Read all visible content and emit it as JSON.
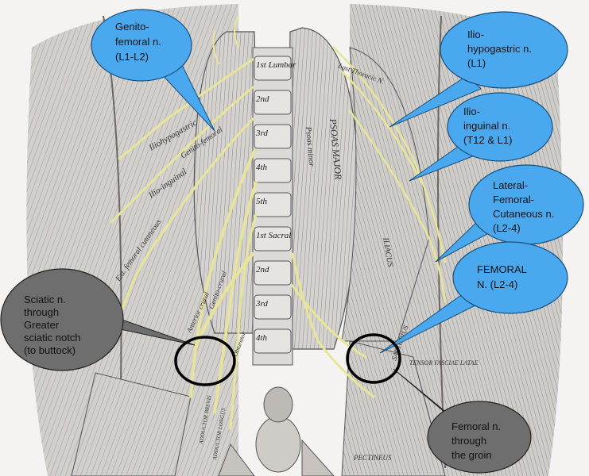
{
  "callouts": {
    "genitofemoral": {
      "lines": [
        "Genito-",
        "femoral n.",
        "(L1-L2)"
      ]
    },
    "iliohypogastric": {
      "lines": [
        "Ilio-",
        "hypogastric n.",
        "(L1)"
      ]
    },
    "ilioinguinal": {
      "lines": [
        "Ilio-",
        "inguinal n.",
        "(T12 & L1)"
      ]
    },
    "lateral_femoral_cutaneous": {
      "lines": [
        "Lateral-",
        "Femoral-",
        "Cutaneous n.",
        "(L2-4)"
      ]
    },
    "femoral": {
      "lines": [
        "FEMORAL",
        "N. (L2-4)"
      ]
    },
    "sciatic": {
      "lines": [
        "Sciatic n.",
        "through",
        "Greater",
        "sciatic notch",
        "(to buttock)"
      ]
    },
    "femoral_groin": {
      "lines": [
        "Femoral n.",
        "through",
        "the groin"
      ]
    }
  },
  "anatomy_labels": {
    "vertebrae": [
      "1st Lumbar",
      "2nd",
      "3rd",
      "4th",
      "5th",
      "1st Sacral",
      "2nd",
      "3rd",
      "4th"
    ],
    "psoas": "PSOAS MAJOR",
    "psoas_minor": "Psoas minor",
    "iliacus": "ILIACUS",
    "pectineus": "PECTINEUS",
    "sartorius": "SARTORIUS",
    "tensor": "TENSOR FASCIAE LATAE",
    "last_thoracic": "Last Thoracic N.",
    "iliohypogastric": "Iliohypogastric",
    "ilioinguinal": "Ilio-inguinal",
    "genitofemoral": "Genito-femoral",
    "ext_femoral_cutaneous": "Ext. femoral cutaneous",
    "genito_crural": "Genito-crural",
    "anterior_crural": "Anterior crural",
    "adductor_brevis": "ADDUCTOR BREVIS",
    "adductor_longus": "ADDUCTOR LONGUS",
    "obturator": "Obturator"
  },
  "colors": {
    "callout_blue": "#4aa8ef",
    "callout_gray": "#6e6e6e",
    "nerve_yellow": "#e8e59a",
    "muscle_gray": "#c9c7c4"
  }
}
